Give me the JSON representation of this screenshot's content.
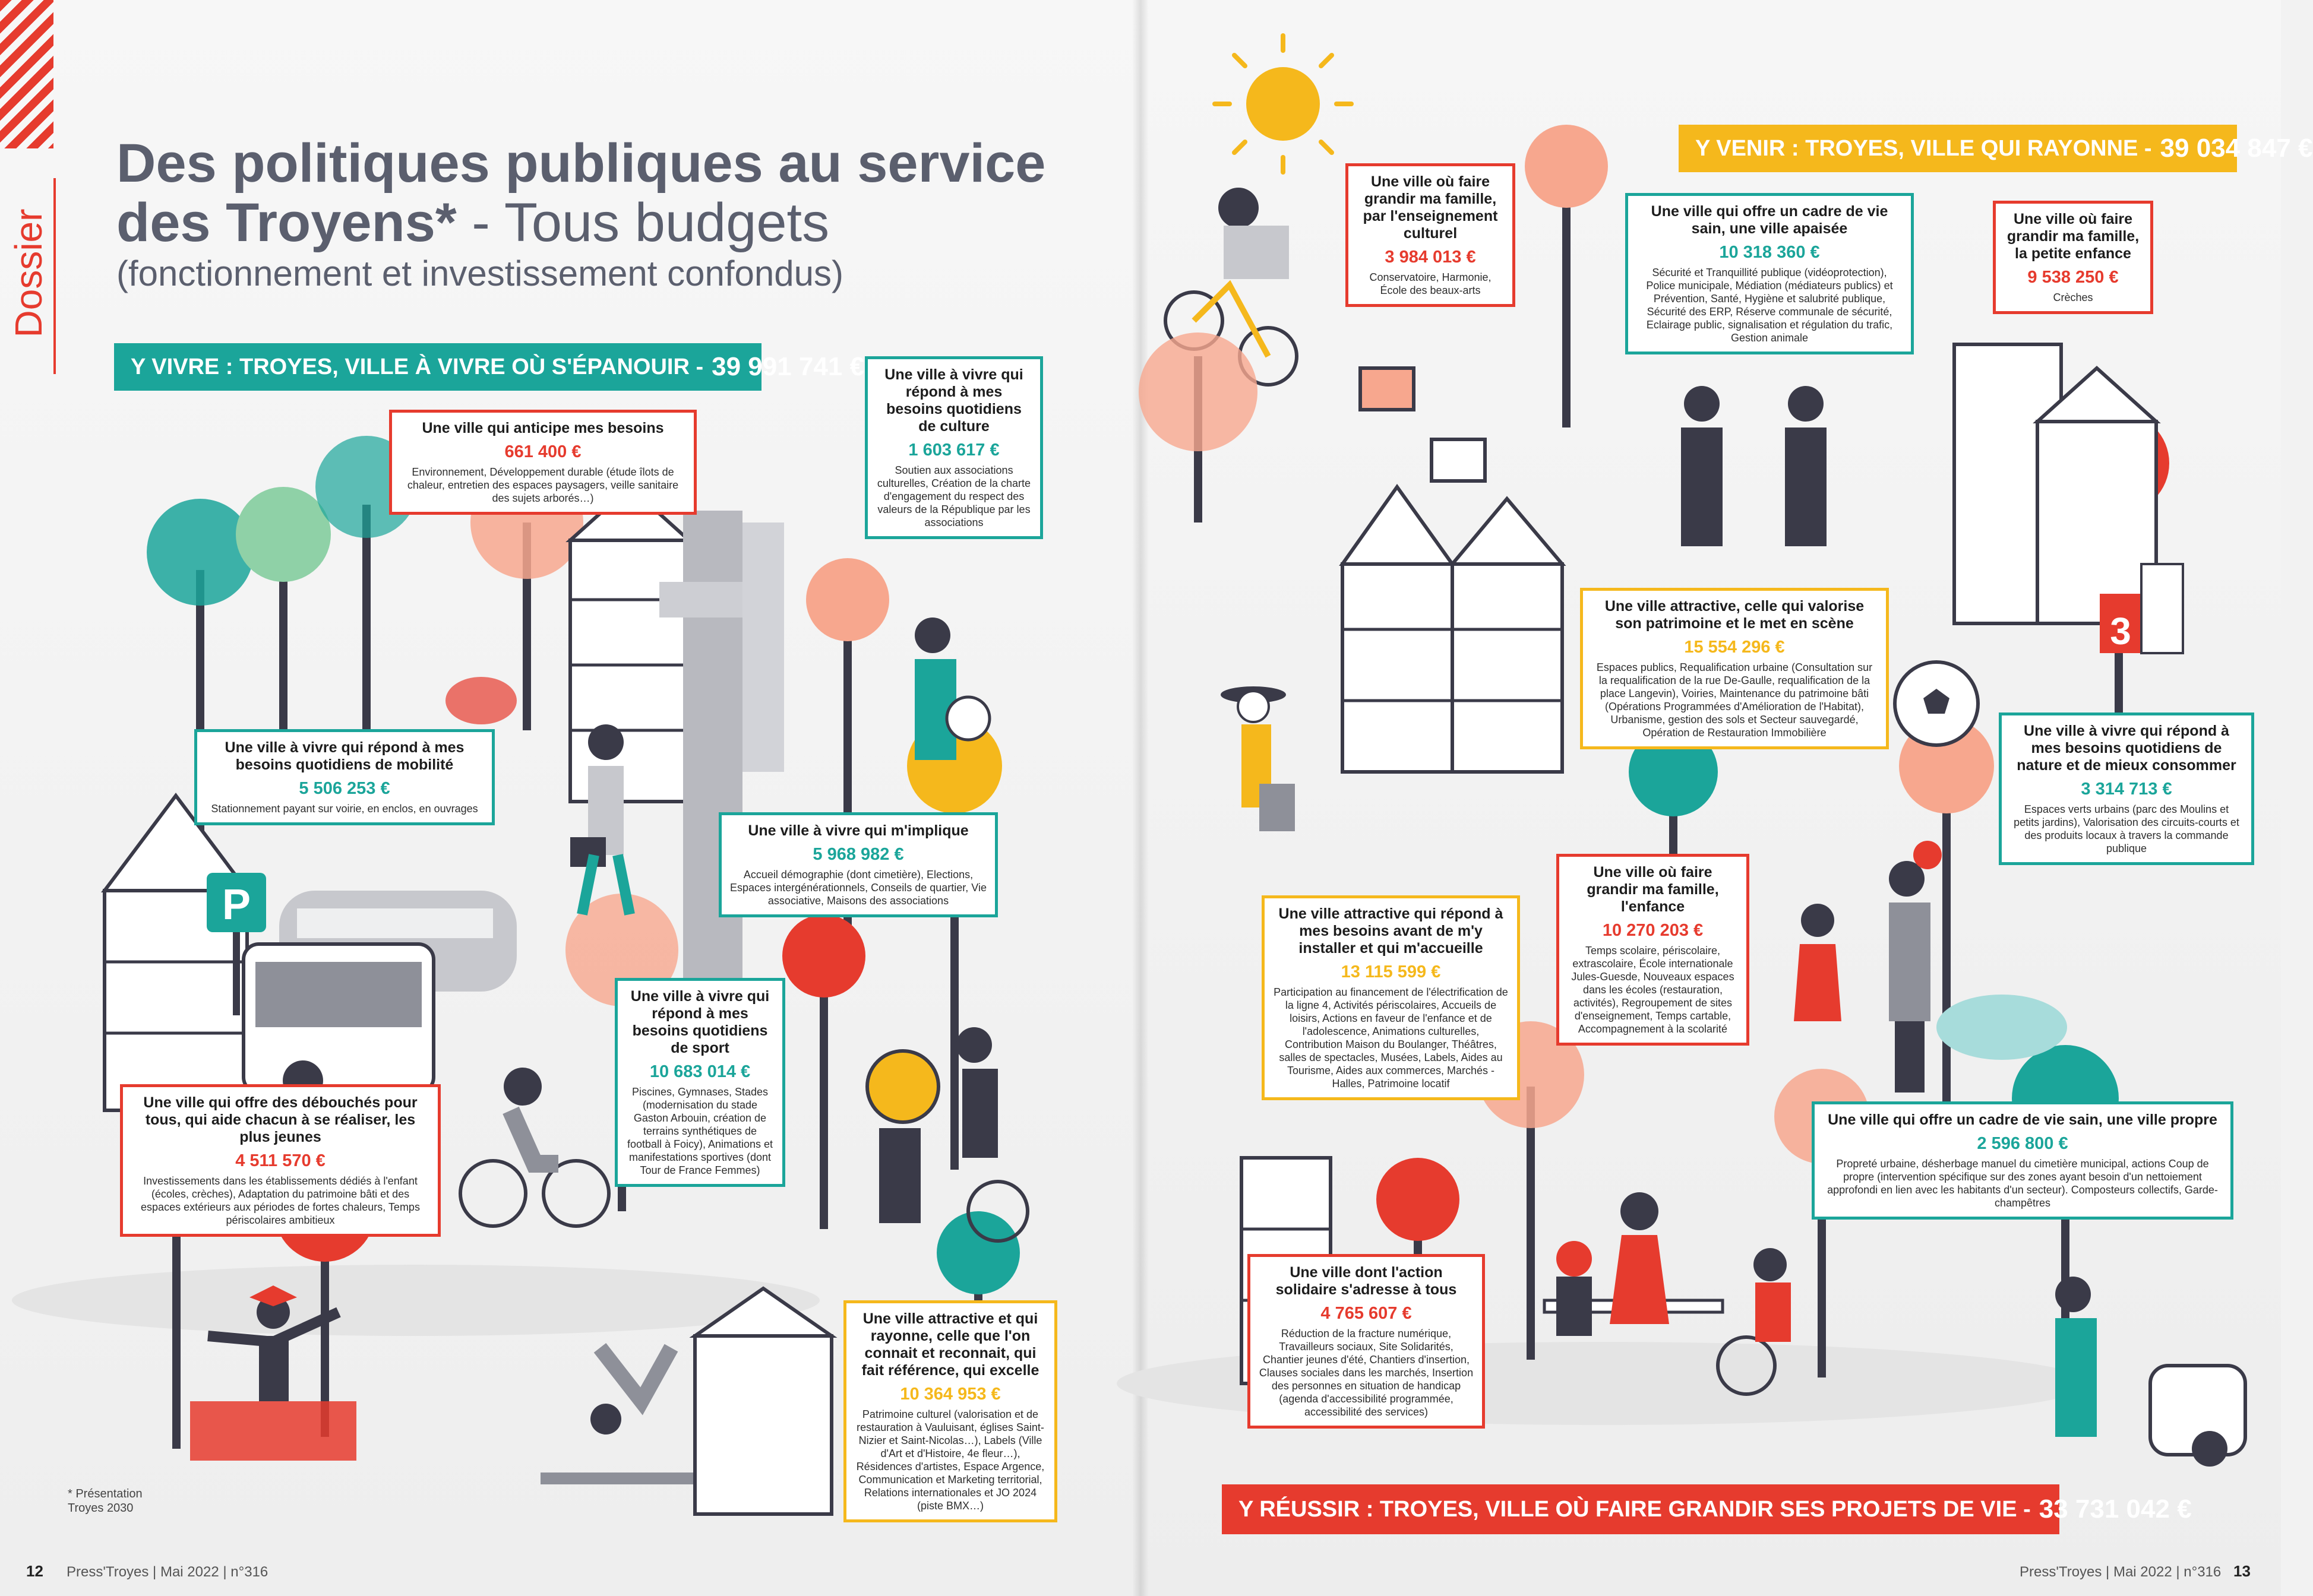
{
  "side_label": "Dossier",
  "title": {
    "line1": "Des politiques publiques au service",
    "line2_bold": "des Troyens*",
    "line2_rest": " - Tous budgets",
    "line3": "(fonctionnement et investissement confondus)"
  },
  "banners": {
    "vivre": {
      "label": "Y VIVRE : TROYES, VILLE À VIVRE OÙ S'ÉPANOUIR -",
      "amount": "39 991 741 €"
    },
    "venir": {
      "label": "Y VENIR : TROYES, VILLE QUI RAYONNE -",
      "amount": "39 034 847 €"
    },
    "reussir": {
      "label": "Y RÉUSSIR : TROYES, VILLE OÙ FAIRE GRANDIR SES PROJETS DE VIE -",
      "amount": "33 731 042 €"
    }
  },
  "boxes": [
    {
      "id": "anticipe",
      "title": "Une ville qui anticipe mes besoins",
      "amount": "661 400 €",
      "desc": "Environnement, Développement durable (étude îlots de chaleur, entretien des espaces paysagers, veille sanitaire des sujets arborés…)"
    },
    {
      "id": "culture",
      "title": "Une ville à vivre qui répond à mes besoins quotidiens de culture",
      "amount": "1 603 617 €",
      "desc": "Soutien aux associations culturelles, Création de la charte d'engagement du respect des valeurs de la République par les associations"
    },
    {
      "id": "mobilite",
      "title": "Une ville à vivre qui répond à mes besoins quotidiens de mobilité",
      "amount": "5 506 253 €",
      "desc": "Stationnement payant sur voirie, en enclos, en ouvrages"
    },
    {
      "id": "implique",
      "title": "Une ville à vivre qui m'implique",
      "amount": "5 968 982 €",
      "desc": "Accueil démographie (dont cimetière), Elections, Espaces intergénérationnels, Conseils de quartier, Vie associative, Maisons des associations"
    },
    {
      "id": "sport",
      "title": "Une ville à vivre qui répond à mes besoins quotidiens de sport",
      "amount": "10 683 014 €",
      "desc": "Piscines, Gymnases, Stades (modernisation du stade Gaston Arbouin, création de terrains synthétiques de football à Foicy), Animations et manifestations sportives (dont Tour de France Femmes)"
    },
    {
      "id": "debouches",
      "title": "Une ville qui offre des débouchés pour tous, qui aide chacun à se réaliser, les plus jeunes",
      "amount": "4 511 570 €",
      "desc": "Investissements dans les établissements dédiés à l'enfant (écoles, crèches), Adaptation du patrimoine bâti et des espaces extérieurs aux périodes de fortes chaleurs, Temps périscolaires ambitieux"
    },
    {
      "id": "rayonne",
      "title": "Une ville attractive et qui rayonne, celle que l'on connait et reconnait, qui fait référence, qui excelle",
      "amount": "10 364 953 €",
      "desc": "Patrimoine culturel (valorisation et de restauration à Vauluisant, églises Saint-Nizier et Saint-Nicolas…), Labels (Ville d'Art et d'Histoire, 4e fleur…), Résidences d'artistes, Espace Argence, Communication et Marketing territorial, Relations internationales et JO 2024 (piste BMX…)"
    },
    {
      "id": "enseignement",
      "title": "Une ville où faire grandir ma famille, par l'enseignement culturel",
      "amount": "3 984 013 €",
      "desc": "Conservatoire, Harmonie, École des beaux-arts"
    },
    {
      "id": "apaisee",
      "title": "Une ville qui offre un cadre de vie sain, une ville apaisée",
      "amount": "10 318 360 €",
      "desc": "Sécurité et Tranquillité publique (vidéoprotection), Police municipale, Médiation (médiateurs publics) et Prévention, Santé, Hygiène et salubrité publique, Sécurité des ERP, Réserve communale de sécurité, Eclairage public, signalisation et régulation du trafic, Gestion animale"
    },
    {
      "id": "petite_enfance",
      "title": "Une ville où faire grandir ma famille, la petite enfance",
      "amount": "9 538 250 €",
      "desc": "Crèches"
    },
    {
      "id": "patrimoine",
      "title": "Une ville attractive, celle qui valorise son patrimoine et le met en scène",
      "amount": "15 554 296 €",
      "desc": "Espaces publics, Requalification urbaine (Consultation sur la requalification de la rue De-Gaulle, requalification de la place Langevin), Voiries, Maintenance du patrimoine bâti (Opérations Programmées d'Amélioration de l'Habitat), Urbanisme, gestion des sols et Secteur sauvegardé, Opération de Restauration Immobilière"
    },
    {
      "id": "nature",
      "title": "Une ville à vivre qui répond à mes besoins quotidiens de nature et de mieux consommer",
      "amount": "3 314 713 €",
      "desc": "Espaces verts urbains (parc des Moulins et petits jardins), Valorisation des circuits-courts et des produits locaux à travers la commande publique"
    },
    {
      "id": "installer",
      "title": "Une ville attractive qui répond à mes besoins avant de m'y installer et qui m'accueille",
      "amount": "13 115 599 €",
      "desc": "Participation au financement de l'électrification de la ligne 4, Activités périscolaires, Accueils de loisirs, Actions en faveur de l'enfance et de l'adolescence, Animations culturelles, Contribution Maison du Boulanger, Théâtres, salles de spectacles, Musées, Labels, Aides au Tourisme, Aides aux commerces, Marchés - Halles, Patrimoine locatif"
    },
    {
      "id": "enfance",
      "title": "Une ville où faire grandir ma famille, l'enfance",
      "amount": "10 270 203 €",
      "desc": "Temps scolaire, périscolaire, extrascolaire, École internationale Jules-Guesde, Nouveaux espaces dans les écoles (restauration, activités), Regroupement de sites d'enseignement, Temps cartable, Accompagnement à la scolarité"
    },
    {
      "id": "propre",
      "title": "Une ville qui offre un cadre de vie sain, une ville propre",
      "amount": "2 596 800 €",
      "desc": "Propreté urbaine, désherbage manuel du cimetière municipal, actions Coup de propre (intervention spécifique sur des zones ayant besoin d'un nettoiement approfondi en lien avec les habitants d'un secteur). Composteurs collectifs, Garde-champêtres"
    },
    {
      "id": "solidaire",
      "title": "Une ville dont l'action solidaire s'adresse à tous",
      "amount": "4 765 607 €",
      "desc": "Réduction de la fracture numérique, Travailleurs sociaux, Site Solidarités, Chantier jeunes d'été, Chantiers d'insertion, Clauses sociales dans les marchés, Insertion des personnes en situation de handicap (agenda d'accessibilité programmée, accessibilité des services)"
    }
  ],
  "footnote": "* Présentation Troyes 2030",
  "footer": {
    "left_page": "12",
    "left_text": "Press'Troyes | Mai 2022 | n°316",
    "right_text": "Press'Troyes | Mai 2022 | n°316",
    "right_page": "13"
  },
  "sign_number": "3"
}
